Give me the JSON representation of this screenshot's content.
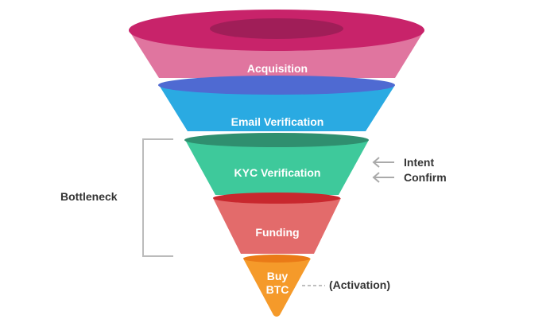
{
  "funnel": {
    "stages": [
      {
        "label": "Acquisition",
        "color": "#e0759f",
        "top_color": "#c8236a",
        "hole_color": "#a01e58"
      },
      {
        "label": "Email Verification",
        "color": "#2aaae2",
        "top_color": "#4f6ad2"
      },
      {
        "label": "KYC Verification",
        "color": "#3ec99b",
        "top_color": "#2f8f6f"
      },
      {
        "label": "Funding",
        "color": "#e36b6b",
        "top_color": "#c8282e"
      },
      {
        "label_line1": "Buy",
        "label_line2": "BTC",
        "color": "#f59a2a",
        "top_color": "#ea7a17"
      }
    ]
  },
  "annotations": {
    "bottleneck": "Bottleneck",
    "intent": "Intent",
    "confirm": "Confirm",
    "activation": "(Activation)"
  },
  "colors": {
    "bracket": "#bbbbbb",
    "arrow": "#aaaaaa",
    "text": "#333333"
  }
}
